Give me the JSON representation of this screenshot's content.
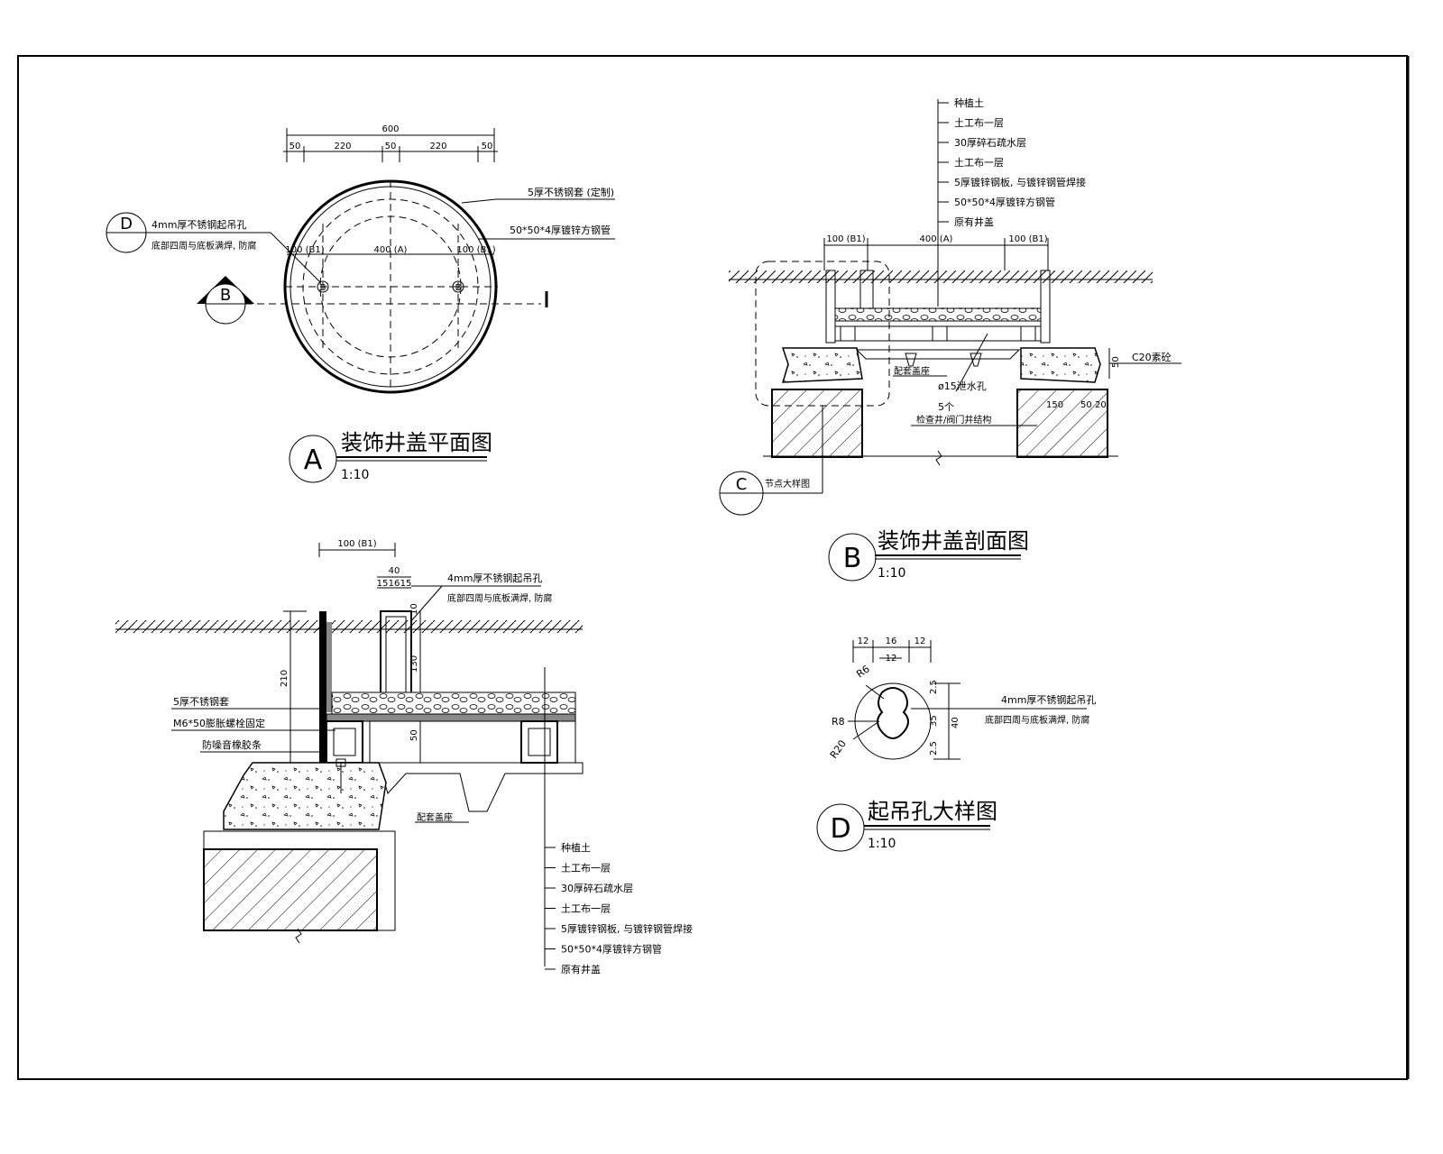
{
  "plan": {
    "title": "装饰井盖平面图",
    "scale": "1:10",
    "callout": "A",
    "dims_top": {
      "total": "600",
      "d1": "50",
      "d2": "220",
      "d3": "50",
      "d4": "220",
      "d5": "50"
    },
    "dims_inner": {
      "left": "100 (B1)",
      "mid": "400 (A)",
      "right": "100 (B1)"
    },
    "label_ring": "5厚不锈钢套 (定制)",
    "label_tube": "50*50*4厚镀锌方钢管",
    "hole_note1": "4mm厚不锈钢起吊孔",
    "hole_note2": "底部四周与底板满焊, 防腐",
    "hole_marker": "B",
    "detail_ref": "D",
    "section_mark": "B"
  },
  "section": {
    "title": "装饰井盖剖面图",
    "scale": "1:10",
    "callout": "B",
    "layers": [
      "种植土",
      "土工布一层",
      "30厚碎石疏水层",
      "土工布一层",
      "5厚镀锌钢板, 与镀锌钢管焊接",
      "50*50*4厚镀锌方钢管",
      "原有井盖"
    ],
    "dims": {
      "left": "100 (B1)",
      "mid": "400 (A)",
      "right": "100 (B1)"
    },
    "c20": "C20素砼",
    "dim_50": "50",
    "seat": "配套盖座",
    "hole": "ø15泄水孔",
    "hole_count": "5个",
    "well": "检查井/阀门井结构",
    "d150": "150",
    "d50": "50",
    "d20": "20",
    "detail_label": "节点大样图",
    "detail_ref": "C"
  },
  "detail_c": {
    "dim_top": "100 (B1)",
    "dim_40": "40",
    "dim_sub": [
      "15",
      "16",
      "15"
    ],
    "hole_note1": "4mm厚不锈钢起吊孔",
    "hole_note2": "底部四周与底板满焊, 防腐",
    "dim_210": "210",
    "dim_130": "130",
    "dim_50": "50",
    "dim_10": "10",
    "label_ring": "5厚不锈钢套",
    "label_bolt": "M6*50膨胀螺栓固定",
    "label_rubber": "防噪音橡胶条",
    "seat": "配套盖座",
    "layers": [
      "种植土",
      "土工布一层",
      "30厚碎石疏水层",
      "土工布一层",
      "5厚镀锌钢板, 与镀锌钢管焊接",
      "50*50*4厚镀锌方钢管",
      "原有井盖"
    ]
  },
  "detail_d": {
    "title": "起吊孔大样图",
    "scale": "1:10",
    "callout": "D",
    "dims_top": [
      "12",
      "16",
      "12"
    ],
    "dim_inner": "12",
    "r6": "R6",
    "r8": "R8",
    "r20": "R20",
    "v1": "2.5",
    "v2": "35",
    "v3": "2.5",
    "v_total": "40",
    "note1": "4mm厚不锈钢起吊孔",
    "note2": "底部四周与底板满焊, 防腐"
  }
}
